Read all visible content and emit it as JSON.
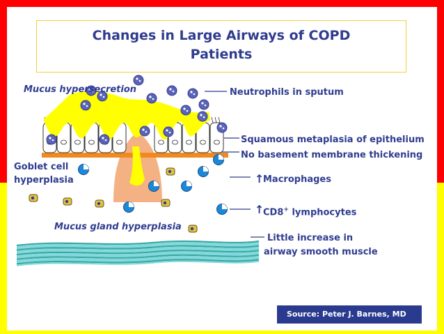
{
  "title": {
    "line1": "Changes in Large Airways of COPD",
    "line2": "Patients"
  },
  "labels": {
    "mucus_hypersecretion": "Mucus hypersecretion",
    "neutrophils": "Neutrophils in sputum",
    "squamous": "Squamous metaplasia of epithelium",
    "no_basement": "No basement membrane thickening",
    "goblet_line1": "Goblet cell",
    "goblet_line2": "hyperplasia",
    "macrophages": "Macrophages",
    "cd8_prefix": "CD8",
    "cd8_sup": "+",
    "cd8_suffix": " lymphocytes",
    "mucus_gland": "Mucus gland hyperplasia",
    "little_line1": "Little increase in",
    "little_line2": "airway smooth muscle",
    "up_arrow": "↑"
  },
  "source": "Source:  Peter J. Barnes, MD",
  "colors": {
    "frame_top": "#ff0000",
    "frame_bottom": "#ffff00",
    "text": "#2f3c8f",
    "title_border": "#f2d13a",
    "source_bg": "#2a3a8e",
    "mucus": "#ffff00",
    "basement": "#f08a1e",
    "gland": "#f4b183",
    "neutrophil": "#2f3c8f",
    "macrophage": "#1e88d6",
    "lymphocyte": "#c8a020",
    "smooth_muscle": "#7fd8d8"
  },
  "icons": {
    "neutrophil": "neutrophil-cell-icon",
    "macrophage": "macrophage-cell-icon",
    "lymphocyte": "lymphocyte-cell-icon"
  }
}
